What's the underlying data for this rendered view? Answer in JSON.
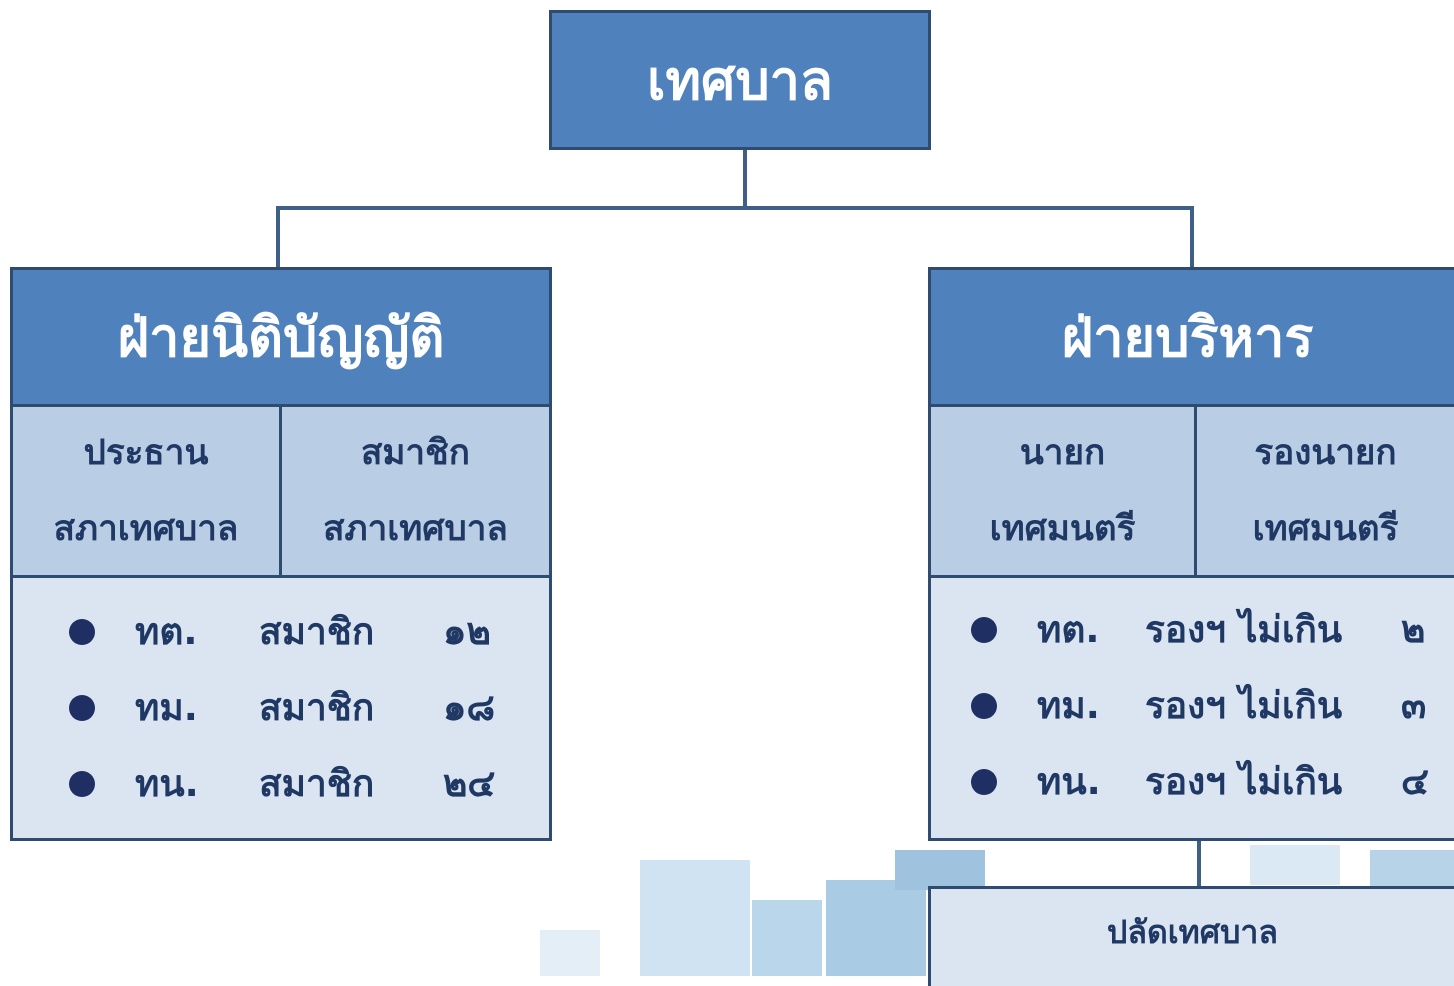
{
  "root": {
    "title": "เทศบาล"
  },
  "legislative": {
    "title": "ฝ่ายนิติบัญญัติ",
    "left_col": [
      "ประธาน",
      "สภาเทศบาล"
    ],
    "right_col": [
      "สมาชิก",
      "สภาเทศบาล"
    ],
    "rows": [
      {
        "type": "ทต.",
        "label": "สมาชิก",
        "count": "๑๒"
      },
      {
        "type": "ทม.",
        "label": "สมาชิก",
        "count": "๑๘"
      },
      {
        "type": "ทน.",
        "label": "สมาชิก",
        "count": "๒๔"
      }
    ]
  },
  "executive": {
    "title": "ฝ่ายบริหาร",
    "left_col": [
      "นายก",
      "เทศมนตรี"
    ],
    "right_col": [
      "รองนายก",
      "เทศมนตรี"
    ],
    "rows": [
      {
        "type": "ทต.",
        "label": "รองฯ ไม่เกิน",
        "count": "๒"
      },
      {
        "type": "ทม.",
        "label": "รองฯ ไม่เกิน",
        "count": "๓"
      },
      {
        "type": "ทน.",
        "label": "รองฯ ไม่เกิน",
        "count": "๔"
      }
    ]
  },
  "clerk": {
    "title": "ปลัดเทศบาล"
  },
  "colors": {
    "header": "#4f81bd",
    "subheader": "#b9cde5",
    "list": "#dbe5f1",
    "border": "#2f4b70",
    "bullet": "#1f2f63",
    "text_dark": "#1f3864"
  }
}
